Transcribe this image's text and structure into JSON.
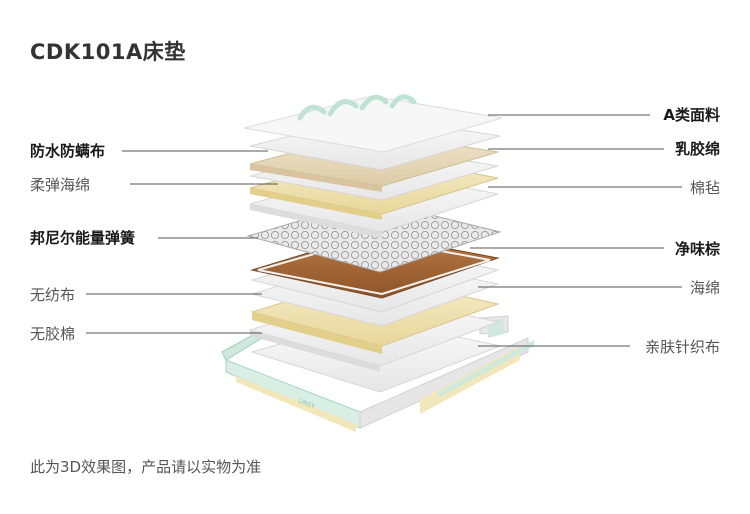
{
  "title": "CDK101A床垫",
  "footnote": "此为3D效果图，产品请以实物为准",
  "left_labels": [
    {
      "text": "防水防螨布",
      "bold": true
    },
    {
      "text": "柔弹海绵",
      "bold": false
    },
    {
      "text": "邦尼尔能量弹簧",
      "bold": true
    },
    {
      "text": "无纺布",
      "bold": false
    },
    {
      "text": "无胶棉",
      "bold": false
    }
  ],
  "right_labels": [
    {
      "text": "A类面料",
      "bold": true
    },
    {
      "text": "乳胶绵",
      "bold": true
    },
    {
      "text": "棉毡",
      "bold": false
    },
    {
      "text": "净味棕",
      "bold": true
    },
    {
      "text": "海绵",
      "bold": false
    },
    {
      "text": "亲肤针织布",
      "bold": false
    }
  ],
  "base_badge": "LINSY",
  "colors": {
    "white_layer": "#f4f4f4",
    "latex_layer": "#efe3c7",
    "cream_layer": "#f2e6b8",
    "coir_layer": "#a86a3c",
    "mint_accent": "#bfe3d3",
    "line": "#555555"
  }
}
